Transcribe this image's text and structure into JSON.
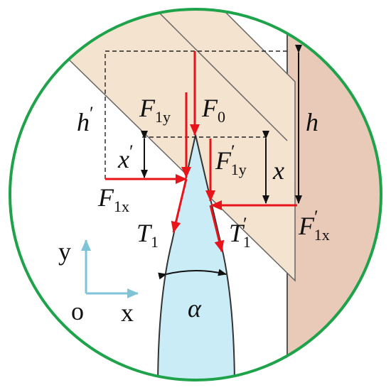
{
  "colors": {
    "circle_border": "#1ea34a",
    "wedge_fill": "#f4e3cf",
    "wedge_edge": "#555555",
    "wall_fill": "#e9c9b8",
    "needle_fill": "#c9ecf7",
    "needle_edge": "#333333",
    "force_arrow": "#e8141a",
    "axis_arrow": "#7ec3d6",
    "dim_line": "#111111",
    "dashed": "#222222"
  },
  "labels": {
    "F0": {
      "main": "F",
      "sub": "0"
    },
    "F1y": {
      "main": "F",
      "sub": "1y"
    },
    "F1x": {
      "main": "F",
      "sub": "1x"
    },
    "F1y_prime": {
      "main": "F",
      "prime": "′",
      "sub": "1y"
    },
    "F1x_prime": {
      "main": "F",
      "prime": "′",
      "sub": "1x"
    },
    "T1": {
      "main": "T",
      "sub": "1"
    },
    "T1_prime": {
      "main": "T",
      "prime": "′",
      "sub": "1"
    },
    "h": "h",
    "h_prime": {
      "main": "h",
      "prime": "′"
    },
    "x": "x",
    "x_prime": {
      "main": "x",
      "prime": "′"
    },
    "alpha": "α",
    "axis_y": "y",
    "axis_x": "x",
    "origin": "o"
  }
}
